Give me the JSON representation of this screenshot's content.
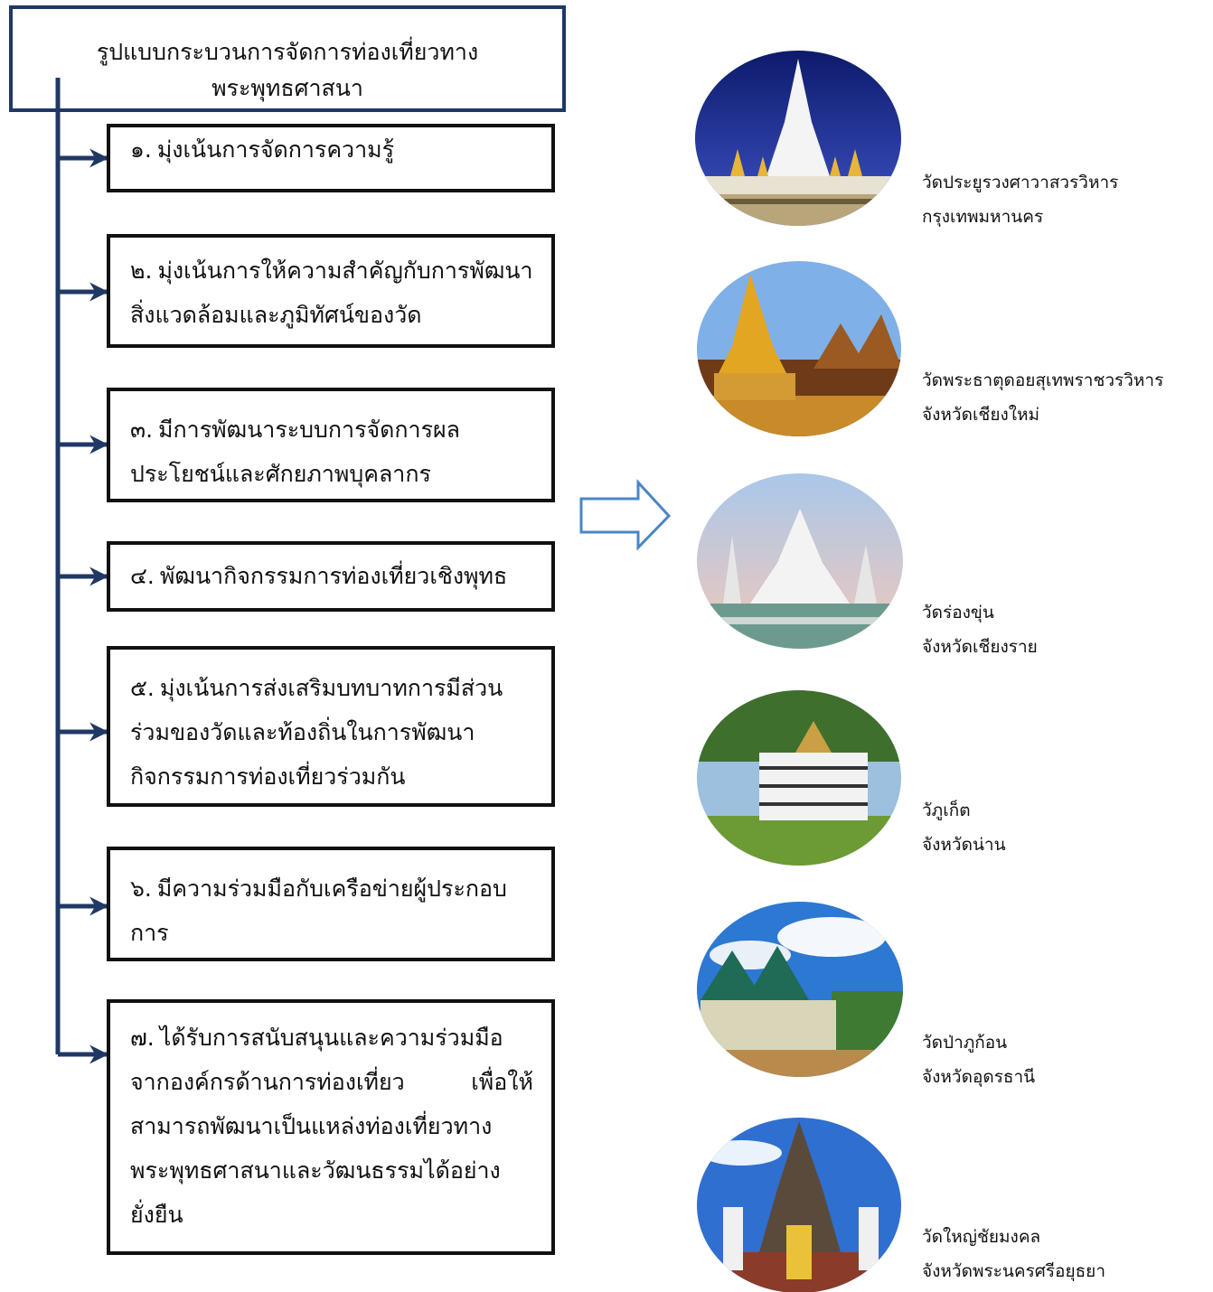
{
  "title": {
    "line1": "รูปแบบกระบวนการจัดการท่องเที่ยวทาง",
    "line2": "พระพุทธศาสนา"
  },
  "steps": [
    {
      "num": "๑.",
      "text": "มุ่งเน้นการจัดการความรู้"
    },
    {
      "num": "๒.",
      "text": "มุ่งเน้นการให้ความสำคัญกับการพัฒนาสิ่งแวดล้อมและภูมิทัศน์ของวัด"
    },
    {
      "num": "๓.",
      "text": "มีการพัฒนาระบบการจัดการผลประโยชน์และศักยภาพบุคลากร"
    },
    {
      "num": "๔.",
      "text": "พัฒนากิจกรรมการท่องเที่ยวเชิงพุทธ"
    },
    {
      "num": "๕.",
      "text": "มุ่งเน้นการส่งเสริมบทบาทการมีส่วนร่วมของวัดและท้องถิ่นในการพัฒนากิจกรรมการท่องเที่ยวร่วมกัน"
    },
    {
      "num": "๖.",
      "text": "มีความร่วมมือกับเครือข่ายผู้ประกอบการ"
    },
    {
      "num": "๗.",
      "text": "ได้รับการสนับสนุนและความร่วมมือจากองค์กรด้านการท่องเที่ยว เพื่อให้สามารถพัฒนาเป็นแหล่งท่องเที่ยวทางพระพุทธศาสนาและวัฒนธรรมได้อย่างยั่งยืน"
    }
  ],
  "sites": [
    {
      "name": "วัดประยูรวงศาวาสวรวิหาร",
      "province": "กรุงเทพมหานคร"
    },
    {
      "name": "วัดพระธาตุดอยสุเทพราชวรวิหาร",
      "province": "จังหวัดเชียงใหม่"
    },
    {
      "name": "วัดร่องขุ่น",
      "province": "จังหวัดเชียงราย"
    },
    {
      "name": "วัภูเก็ต",
      "province": "จังหวัดน่าน"
    },
    {
      "name": "วัดป่าภูก้อน",
      "province": "จังหวัดอุดรธานี"
    },
    {
      "name": "วัดใหญ่ชัยมงคล",
      "province": "จังหวัดพระนครศรีอยุธยา"
    }
  ],
  "colors": {
    "connector": "#1f3864",
    "box_border": "#111111",
    "arrow_outline": "#4a86c5"
  },
  "icons": [
    "arrow-right-icon",
    "hollow-arrow-right-icon"
  ]
}
